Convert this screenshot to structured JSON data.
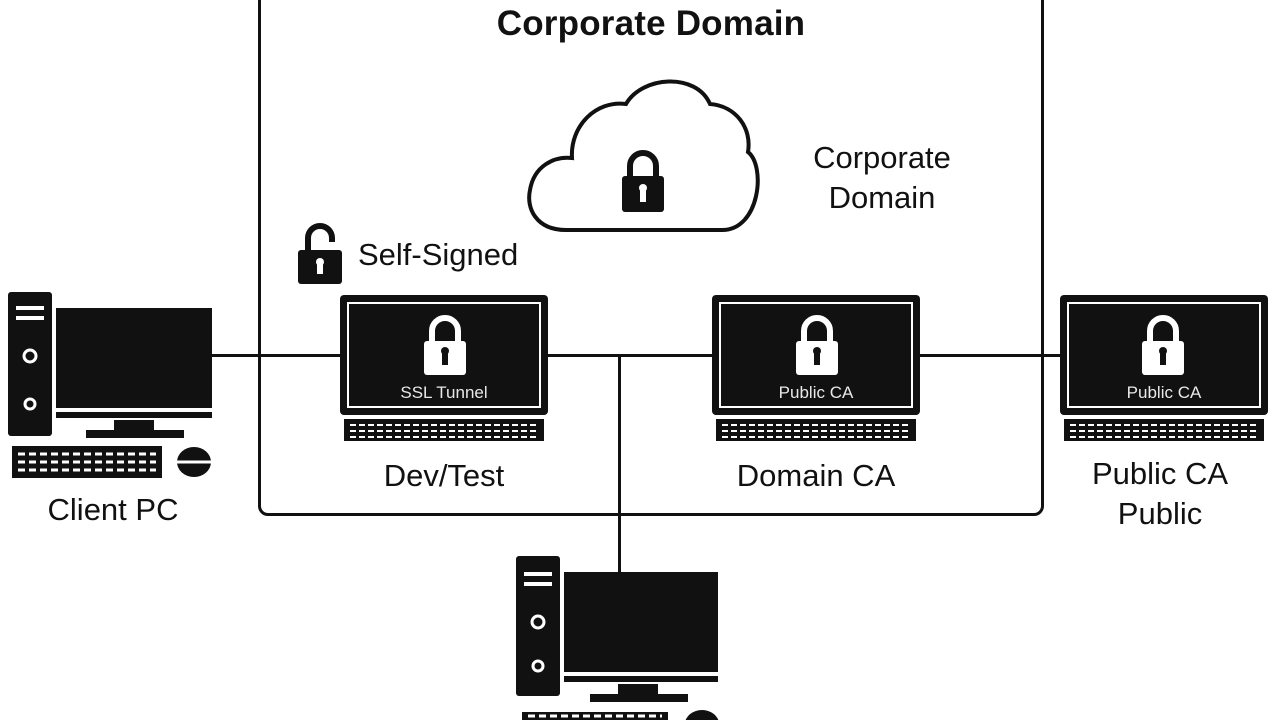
{
  "diagram": {
    "title": "Corporate Domain",
    "cloud_label": [
      "Corporate",
      "Domain"
    ],
    "self_signed_label": "Self-Signed",
    "nodes": {
      "client_pc": {
        "label": "Client PC"
      },
      "dev_test": {
        "label": "Dev/Test",
        "screen_text": "SSL Tunnel"
      },
      "domain_ca": {
        "label": "Domain CA",
        "screen_text": "Public CA"
      },
      "public_ca": {
        "label": [
          "Public CA",
          "Public"
        ],
        "screen_text": "Public CA"
      },
      "bottom_pc": {
        "label": ""
      }
    },
    "icons": {
      "cloud": "cloud-icon",
      "lock_closed": "lock-icon",
      "lock_open": "unlocked-icon",
      "desktop": "desktop-computer-icon",
      "laptop": "laptop-icon"
    },
    "colors": {
      "ink": "#111111",
      "paper": "#ffffff"
    }
  }
}
